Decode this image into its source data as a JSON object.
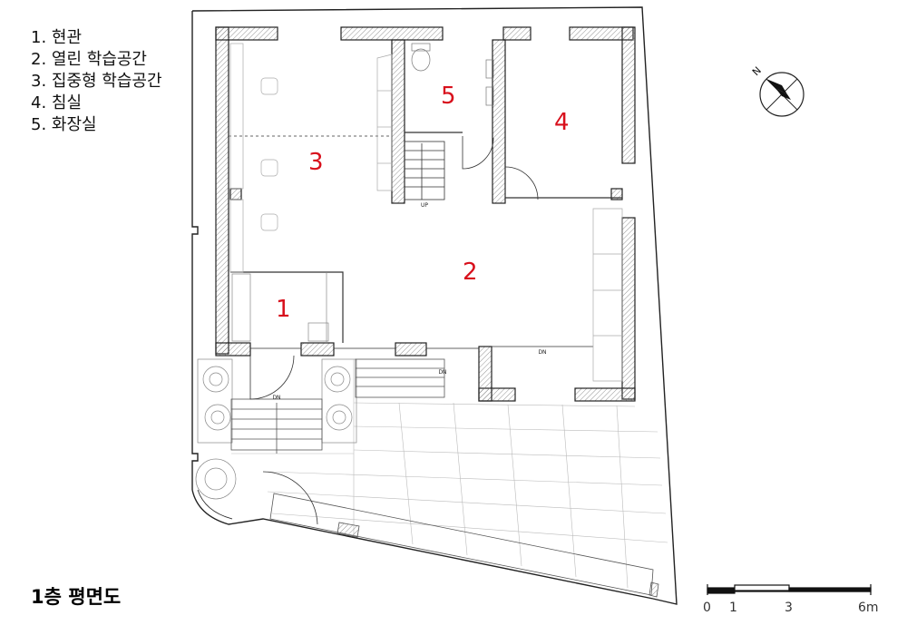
{
  "legend": [
    "1. 현관",
    "2. 열린 학습공간",
    "3. 집중형 학습공간",
    "4. 침실",
    "5. 화장실"
  ],
  "title": "1층 평면도",
  "rooms": [
    "1",
    "2",
    "3",
    "4",
    "5"
  ],
  "stair_labels": {
    "up": "UP",
    "dn_hall": "DN",
    "dn_entry": "DN",
    "dn_rear": "DN"
  },
  "north": "N",
  "scale": {
    "ticks": [
      "0",
      "1",
      "3",
      "6m"
    ]
  },
  "colors": {
    "room_number": "#d8101c",
    "wall": "#222222",
    "paving": "#bbbbbb"
  }
}
